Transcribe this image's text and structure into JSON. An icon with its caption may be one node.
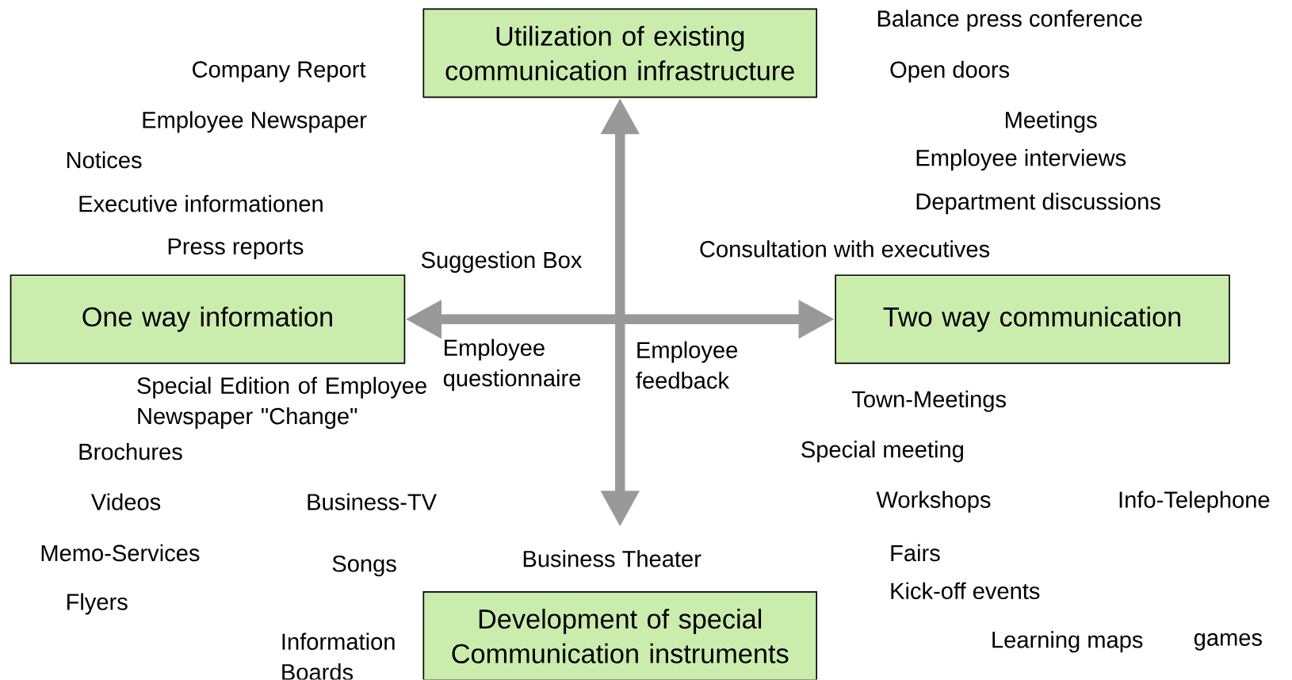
{
  "diagram": {
    "nodes": [
      {
        "text": [
          "Utilization of existing communication infrastructure"
        ]
      },
      {
        "text": [
          "One way information"
        ]
      },
      {
        "text": [
          "Two way communication"
        ]
      },
      {
        "text": [
          "Development of special Communication instruments"
        ]
      }
    ],
    "edges": [
      {
        "from": 0,
        "to": 3,
        "arrow": "both"
      },
      {
        "from": 1,
        "to": 2,
        "arrow": "both"
      }
    ],
    "labels": [
      "Balance press conference",
      "Company Report",
      "Open doors",
      "Employee Newspaper",
      "Meetings",
      "Notices",
      "Employee interviews",
      "Executive informationen",
      "Department discussions",
      "Press reports",
      "Consultation with executives",
      "Suggestion Box",
      "Employee questionnaire",
      "Employee feedback",
      "Special Edition of Employee Newspaper \"Change\"",
      "Town-Meetings",
      "Brochures",
      "Special meeting",
      "Videos",
      "Business-TV",
      "Workshops",
      "Info-Telephone",
      "Memo-Services",
      "Songs",
      "Business Theater",
      "Fairs",
      "Kick-off events",
      "Flyers",
      "Learning maps",
      "games",
      "Information Boards"
    ]
  }
}
